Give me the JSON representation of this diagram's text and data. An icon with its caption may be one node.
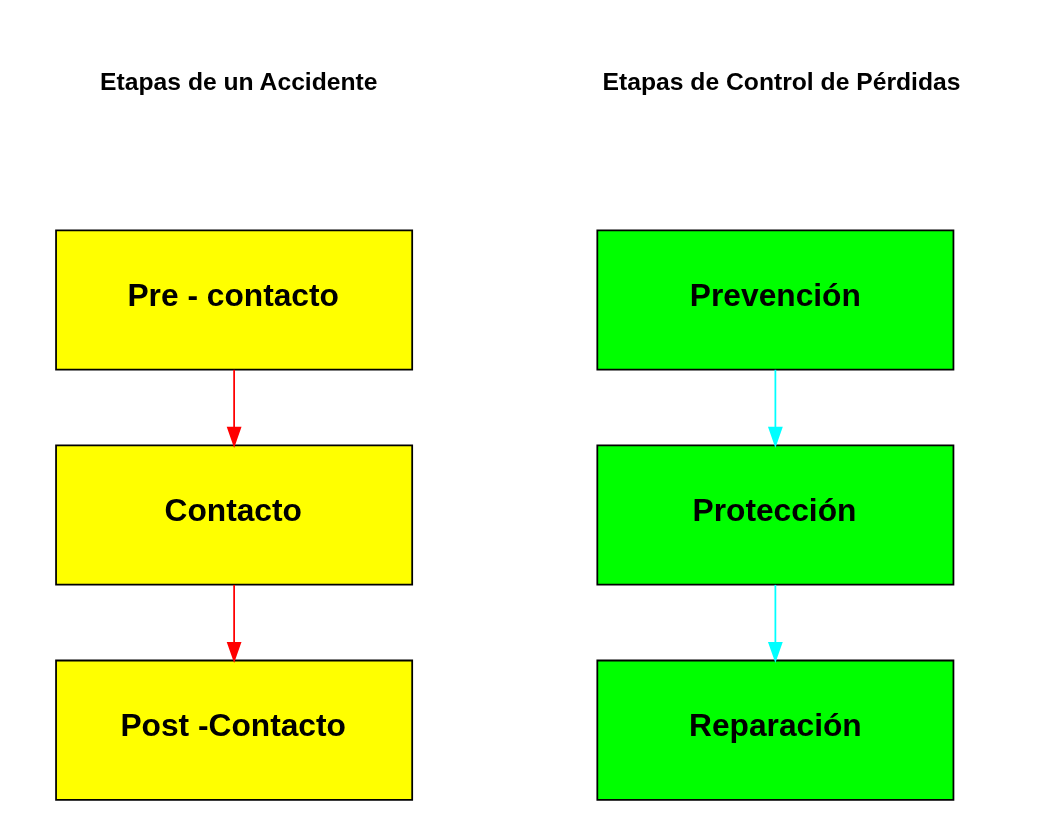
{
  "diagram": {
    "nodes": [
      {
        "text": [
          "Pre - contacto"
        ]
      },
      {
        "text": [
          "Contacto"
        ]
      },
      {
        "text": [
          "Post -Contacto"
        ]
      },
      {
        "text": [
          "Prevención"
        ]
      },
      {
        "text": [
          "Protección"
        ]
      },
      {
        "text": [
          "Reparación"
        ]
      }
    ],
    "edges": [
      {
        "from": 0,
        "to": 1,
        "arrow": "to",
        "color": "#ff0000"
      },
      {
        "from": 1,
        "to": 2,
        "arrow": "to",
        "color": "#ff0000"
      },
      {
        "from": 3,
        "to": 4,
        "arrow": "to",
        "color": "#00ffff"
      },
      {
        "from": 4,
        "to": 5,
        "arrow": "to",
        "color": "#00ffff"
      }
    ],
    "labels": [
      "Etapas de un Accidente",
      "Etapas de Control de Pérdidas"
    ]
  }
}
